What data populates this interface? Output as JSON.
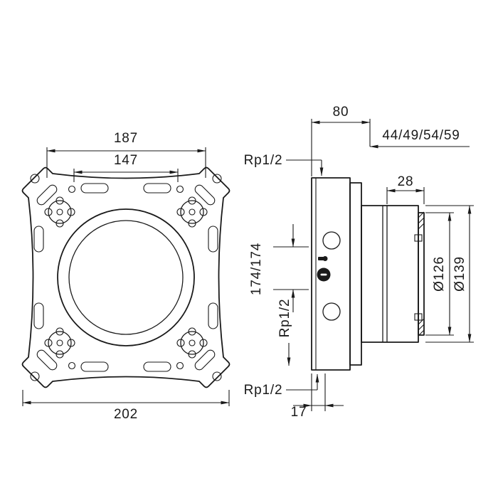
{
  "colors": {
    "line": "#1a1a1a",
    "background": "#ffffff"
  },
  "front_view": {
    "dim_top_outer": "187",
    "dim_top_inner": "147",
    "dim_bottom": "202"
  },
  "side_view": {
    "dim_depth": "80",
    "dim_installation_depths": "44/49/54/59",
    "dim_collar": "28",
    "dim_vertical_centers": "174/174",
    "thread_top_label": "Rp1/2",
    "thread_back_label": "Rp1/2",
    "thread_bottom_label": "Rp1/2",
    "dim_diameter_inner": "Ø126",
    "dim_diameter_outer": "Ø139",
    "dim_bottom_offset": "17"
  }
}
